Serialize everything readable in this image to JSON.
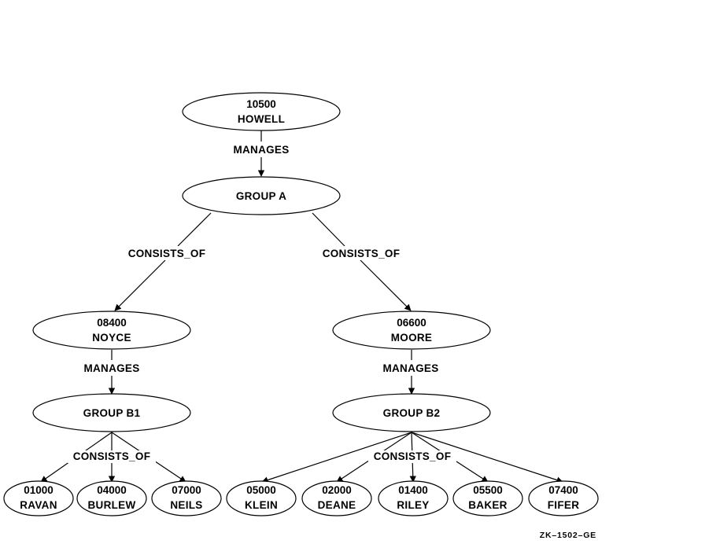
{
  "figure_id": "ZK–1502–GE",
  "nodes": {
    "howell": {
      "lines": [
        "10500",
        "HOWELL"
      ]
    },
    "group_a": {
      "lines": [
        "GROUP A"
      ]
    },
    "noyce": {
      "lines": [
        "08400",
        "NOYCE"
      ]
    },
    "moore": {
      "lines": [
        "06600",
        "MOORE"
      ]
    },
    "group_b1": {
      "lines": [
        "GROUP B1"
      ]
    },
    "group_b2": {
      "lines": [
        "GROUP B2"
      ]
    },
    "ravan": {
      "lines": [
        "01000",
        "RAVAN"
      ]
    },
    "burlew": {
      "lines": [
        "04000",
        "BURLEW"
      ]
    },
    "neils": {
      "lines": [
        "07000",
        "NEILS"
      ]
    },
    "klein": {
      "lines": [
        "05000",
        "KLEIN"
      ]
    },
    "deane": {
      "lines": [
        "02000",
        "DEANE"
      ]
    },
    "riley": {
      "lines": [
        "01400",
        "RILEY"
      ]
    },
    "baker": {
      "lines": [
        "05500",
        "BAKER"
      ]
    },
    "fifer": {
      "lines": [
        "07400",
        "FIFER"
      ]
    }
  },
  "edge_labels": {
    "howell_manages": "MANAGES",
    "groupa_consists_left": "CONSISTS_OF",
    "groupa_consists_right": "CONSISTS_OF",
    "noyce_manages": "MANAGES",
    "moore_manages": "MANAGES",
    "groupb1_consists": "CONSISTS_OF",
    "groupb2_consists": "CONSISTS_OF"
  }
}
